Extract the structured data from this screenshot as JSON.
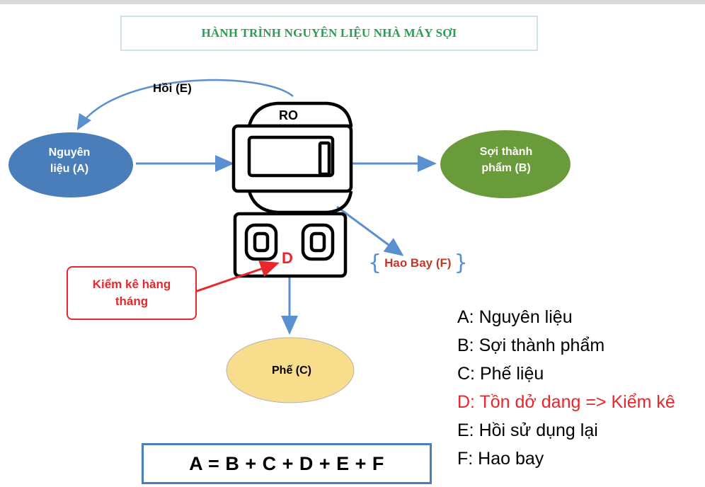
{
  "title": "HÀNH TRÌNH NGUYÊN LIỆU NHÀ MÁY SỢI",
  "diagram": {
    "machine_label": "RO",
    "nodes": {
      "a": [
        "Nguyên",
        "liệu (A)"
      ],
      "b": [
        "Sợi thành",
        "phẩm (B)"
      ],
      "c": "Phế (C)",
      "d": "D"
    },
    "edge_labels": {
      "recycle": "Hồi (E)",
      "loss": "Hao Bay (F)"
    },
    "callout": [
      "Kiểm kê hàng",
      "tháng"
    ]
  },
  "legend": [
    "A: Nguyên liệu",
    "B: Sợi thành phẩm",
    "C: Phế liệu",
    "D: Tồn dở dang => Kiểm kê",
    "E: Hồi sử dụng lại",
    "F: Hao bay"
  ],
  "equation": "A = B + C + D + E + F",
  "colors": {
    "title": "#2e9b55",
    "node_a": "#4a7ebb",
    "node_b": "#6a9b3a",
    "node_c": "#f7dd8c",
    "arrow": "#5a8fd0",
    "highlight": "#e8262c"
  }
}
